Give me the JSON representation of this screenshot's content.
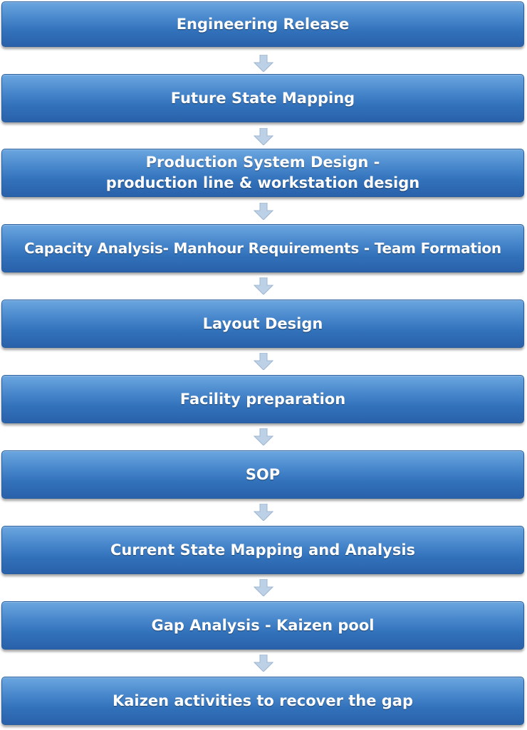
{
  "steps": [
    {
      "label": "Engineering Release"
    },
    {
      "label": "Future State Mapping"
    },
    {
      "label": "Production System Design -\nproduction line & workstation design"
    },
    {
      "label": "Capacity Analysis- Manhour Requirements - Team Formation"
    },
    {
      "label": "Layout Design"
    },
    {
      "label": "Facility preparation"
    },
    {
      "label": "SOP"
    },
    {
      "label": "Current State Mapping and Analysis"
    },
    {
      "label": "Gap Analysis - Kaizen pool"
    },
    {
      "label": "Kaizen activities to recover the gap"
    }
  ],
  "colors": {
    "box_top": "#6ba6df",
    "box_bottom": "#2961aa",
    "arrow": "#bcd0e6"
  }
}
